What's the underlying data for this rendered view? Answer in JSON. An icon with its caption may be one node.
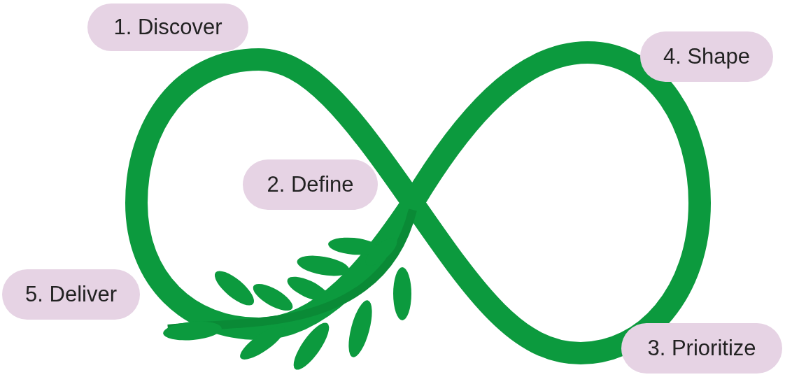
{
  "diagram": {
    "nodes": [
      {
        "text": [
          "1. Discover"
        ]
      },
      {
        "text": [
          "4. Shape"
        ]
      },
      {
        "text": [
          "2. Define"
        ]
      },
      {
        "text": [
          "5. Deliver"
        ]
      },
      {
        "text": [
          "3. Prioritize"
        ]
      }
    ]
  }
}
